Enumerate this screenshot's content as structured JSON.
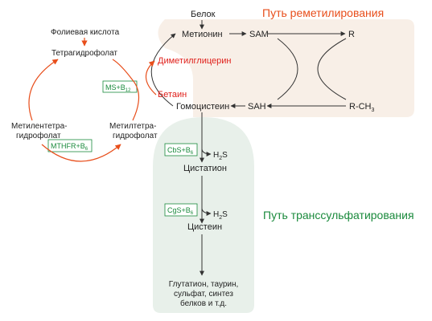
{
  "remethylation": {
    "title": "Путь реметилирования",
    "protein": "Белок",
    "methionine": "Метионин",
    "sam": "SAM",
    "r": "R",
    "homocysteine": "Гомоцистеин",
    "sah": "SAH",
    "r_ch3": "R-CH",
    "r_ch3_sub": "3",
    "dimethylglycine": "Диметилглицерин",
    "betaine": "Бетаин"
  },
  "folate": {
    "folic_acid": "Фолиевая кислота",
    "thf": "Тетрагидрофолат",
    "ms_b12": "MS+B",
    "ms_b12_sub": "12",
    "methylene_line1": "Метилентетра-",
    "methylene_line2": "гидрофолат",
    "methyl_line1": "Метилтетра-",
    "methyl_line2": "гидрофолат",
    "mthfr_b6": "MTHFR+B",
    "mthfr_b6_sub": "6"
  },
  "transsulfuration": {
    "title": "Путь транссульфатирования",
    "cbs_b6": "CbS+B",
    "cbs_b6_sub": "6",
    "h2s_1_main": "H",
    "h2s_1_sub": "2",
    "h2s_1_tail": "S",
    "cystathionine": "Цистатион",
    "cgs_b6": "CgS+B",
    "cgs_b6_sub": "6",
    "h2s_2_main": "H",
    "h2s_2_sub": "2",
    "h2s_2_tail": "S",
    "cysteine": "Цистеин",
    "products_line1": "Глутатион, таурин,",
    "products_line2": "сульфат, синтез",
    "products_line3": "белков и т.д."
  },
  "colors": {
    "remethylation_bg": "#f8efe7",
    "transsulfuration_bg": "#e8f0ea",
    "orange": "#e84e1b",
    "green": "#1a8a3c",
    "red_text": "#e0201b",
    "arrow": "#333333"
  }
}
